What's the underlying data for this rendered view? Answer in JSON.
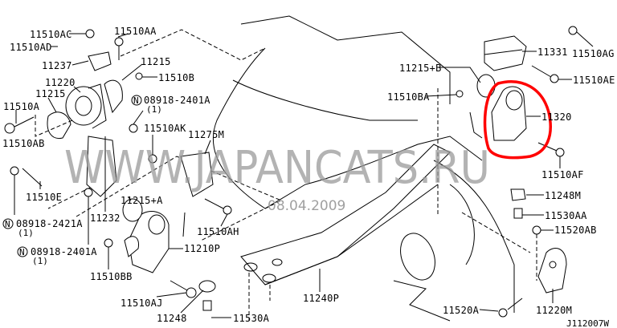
{
  "diagram": {
    "watermark": "WWW.JAPANCATS.RU",
    "date": "08.04.2009",
    "drawing_code": "J112007W",
    "highlight_color": "#ff0000",
    "note_symbol": "N",
    "labels": {
      "p11510AC": "11510AC",
      "p11510AD": "11510AD",
      "p11510AA": "11510AA",
      "p11237": "11237",
      "p11215_top": "11215",
      "p11510B": "11510B",
      "p11220": "11220",
      "p11215_left": "11215",
      "p11510A": "11510A",
      "n08918_2401A_top": "08918-2401A",
      "n08918_2401A_top_qty": "(1)",
      "p11510AK": "11510AK",
      "p11275M": "11275M",
      "p11510AB": "11510AB",
      "p11510E": "11510E",
      "p11215A": "11215+A",
      "n08918_2421A": "08918-2421A",
      "n08918_2421A_qty": "(1)",
      "p11232": "11232",
      "n08918_2401A_bottom": "08918-2401A",
      "n08918_2401A_bottom_qty": "(1)",
      "p11510AH": "11510AH",
      "p11210P": "11210P",
      "p11510BB": "11510BB",
      "p11510AJ": "11510AJ",
      "p11248": "11248",
      "p11530A": "11530A",
      "p11240P": "11240P",
      "p11520A": "11520A",
      "p11220M": "11220M",
      "p11248M": "11248M",
      "p11530AA": "11530AA",
      "p11520AB": "11520AB",
      "p11510AF": "11510AF",
      "p11320": "11320",
      "p11510AE": "11510AE",
      "p11215B": "11215+B",
      "p11331": "11331",
      "p11510AG": "11510AG",
      "p11510BA": "11510BA"
    }
  }
}
